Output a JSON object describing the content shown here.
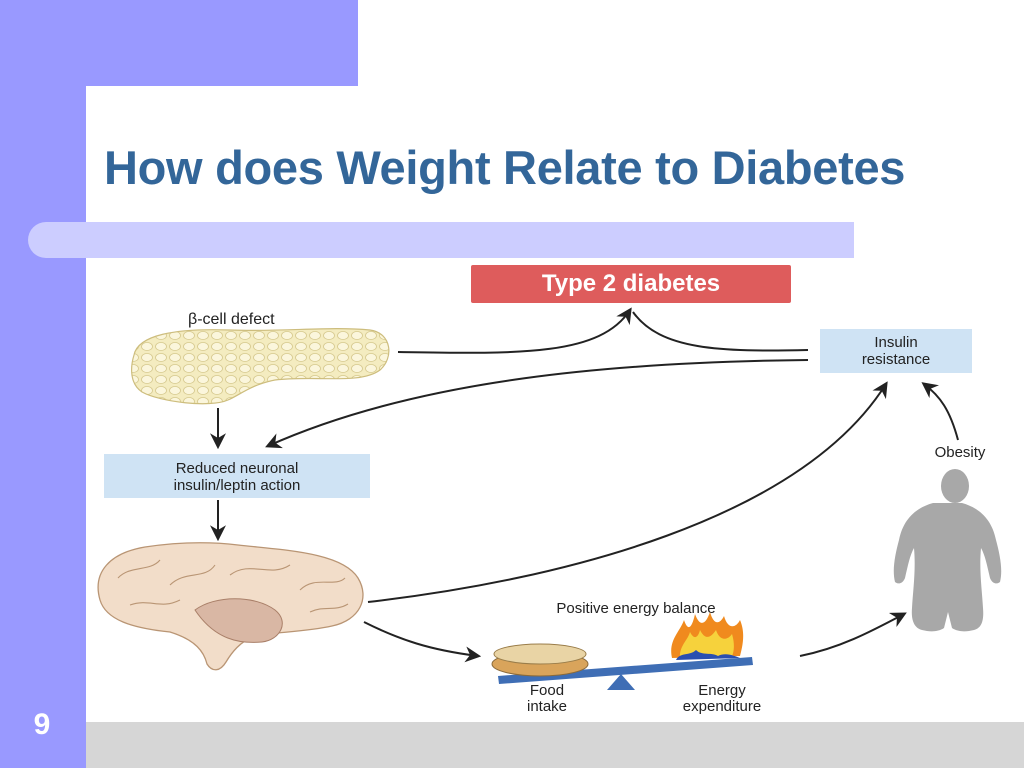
{
  "slide": {
    "title": "How does Weight Relate to Diabetes",
    "page_number": "9"
  },
  "diagram": {
    "type2_diabetes": "Type 2 diabetes",
    "beta_cell_defect": "β-cell defect",
    "insulin_resistance": [
      "Insulin",
      "resistance"
    ],
    "reduced_neuronal": [
      "Reduced neuronal",
      "insulin/leptin action"
    ],
    "obesity": "Obesity",
    "positive_energy_balance": "Positive energy balance",
    "food_intake": [
      "Food",
      "intake"
    ],
    "energy_expenditure": [
      "Energy",
      "expenditure"
    ]
  },
  "colors": {
    "frame": "#9999ff",
    "title": "#336699",
    "title_bar": "#cccdff",
    "diabetes_box": "#de5c5c",
    "label_box": "#cfe3f4",
    "seesaw": "#3f6eb5"
  }
}
